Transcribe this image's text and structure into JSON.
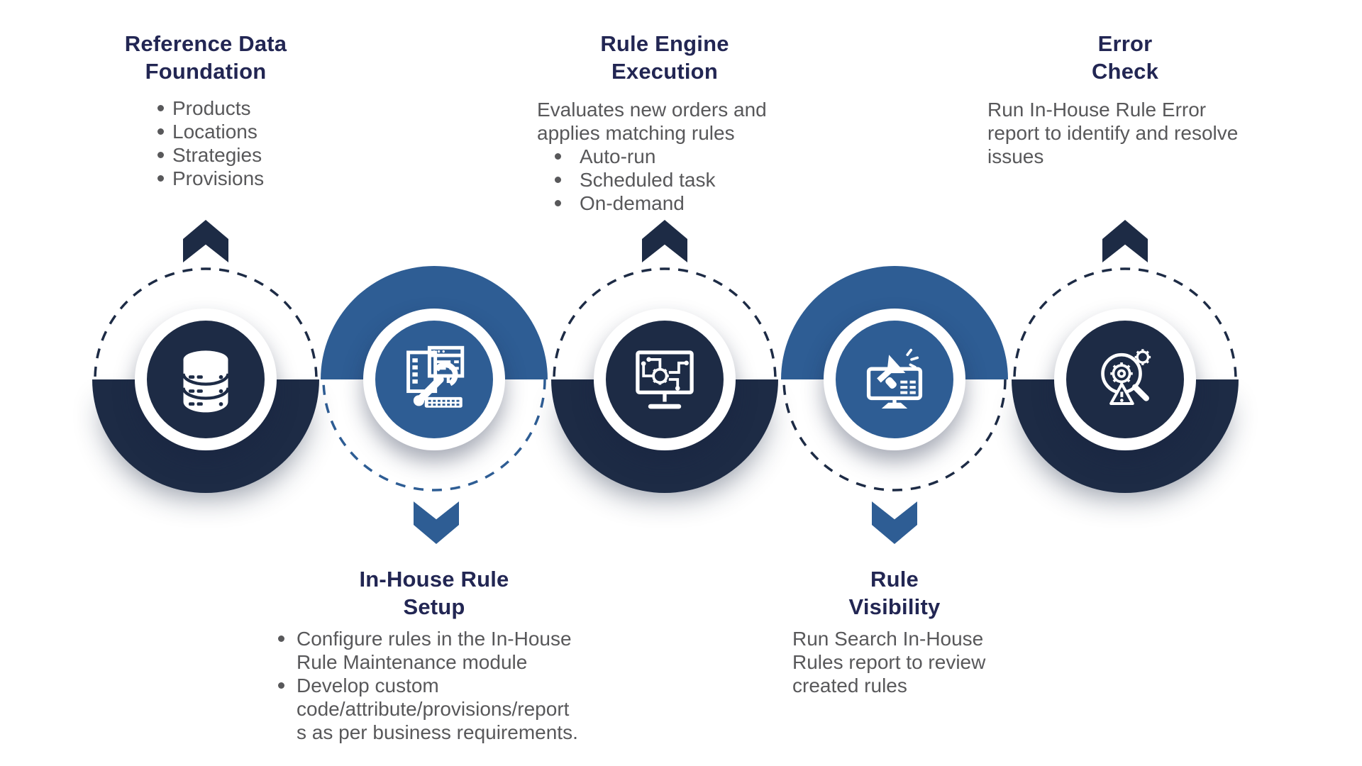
{
  "palette": {
    "navy": "#1d2b45",
    "blue": "#2e5d94",
    "title_navy": "#222653",
    "text_gray": "#58585a",
    "background": "#ffffff"
  },
  "steps": [
    {
      "icon": "database-icon",
      "arrow": "up",
      "accent": "navy",
      "title_lines": [
        "Reference Data",
        "Foundation"
      ],
      "bullets": [
        [
          "Products"
        ],
        [
          "Locations"
        ],
        [
          "Strategies"
        ],
        [
          "Provisions"
        ]
      ]
    },
    {
      "icon": "rule-setup-icon",
      "arrow": "down",
      "accent": "blue",
      "title_lines": [
        "In-House Rule",
        "Setup"
      ],
      "bullets": [
        [
          "Configure rules in the In-House",
          "Rule Maintenance module"
        ],
        [
          "Develop custom",
          "code/attribute/provisions/report",
          "s as per business requirements."
        ]
      ]
    },
    {
      "icon": "rule-engine-icon",
      "arrow": "up",
      "accent": "navy",
      "title_lines": [
        "Rule Engine",
        "Execution"
      ],
      "description_lines": [
        "Evaluates new orders and",
        "applies matching rules"
      ],
      "bullets": [
        [
          "Auto-run"
        ],
        [
          "Scheduled task"
        ],
        [
          "On-demand"
        ]
      ]
    },
    {
      "icon": "rule-visibility-icon",
      "arrow": "down",
      "accent": "blue",
      "title_lines": [
        "Rule",
        "Visibility"
      ],
      "description_lines": [
        "Run Search In-House",
        "Rules report to review",
        "created rules"
      ]
    },
    {
      "icon": "error-check-icon",
      "arrow": "up",
      "accent": "navy",
      "title_lines": [
        "Error",
        "Check"
      ],
      "description_lines": [
        "Run In-House Rule Error",
        "report to identify and resolve",
        "issues"
      ]
    }
  ]
}
